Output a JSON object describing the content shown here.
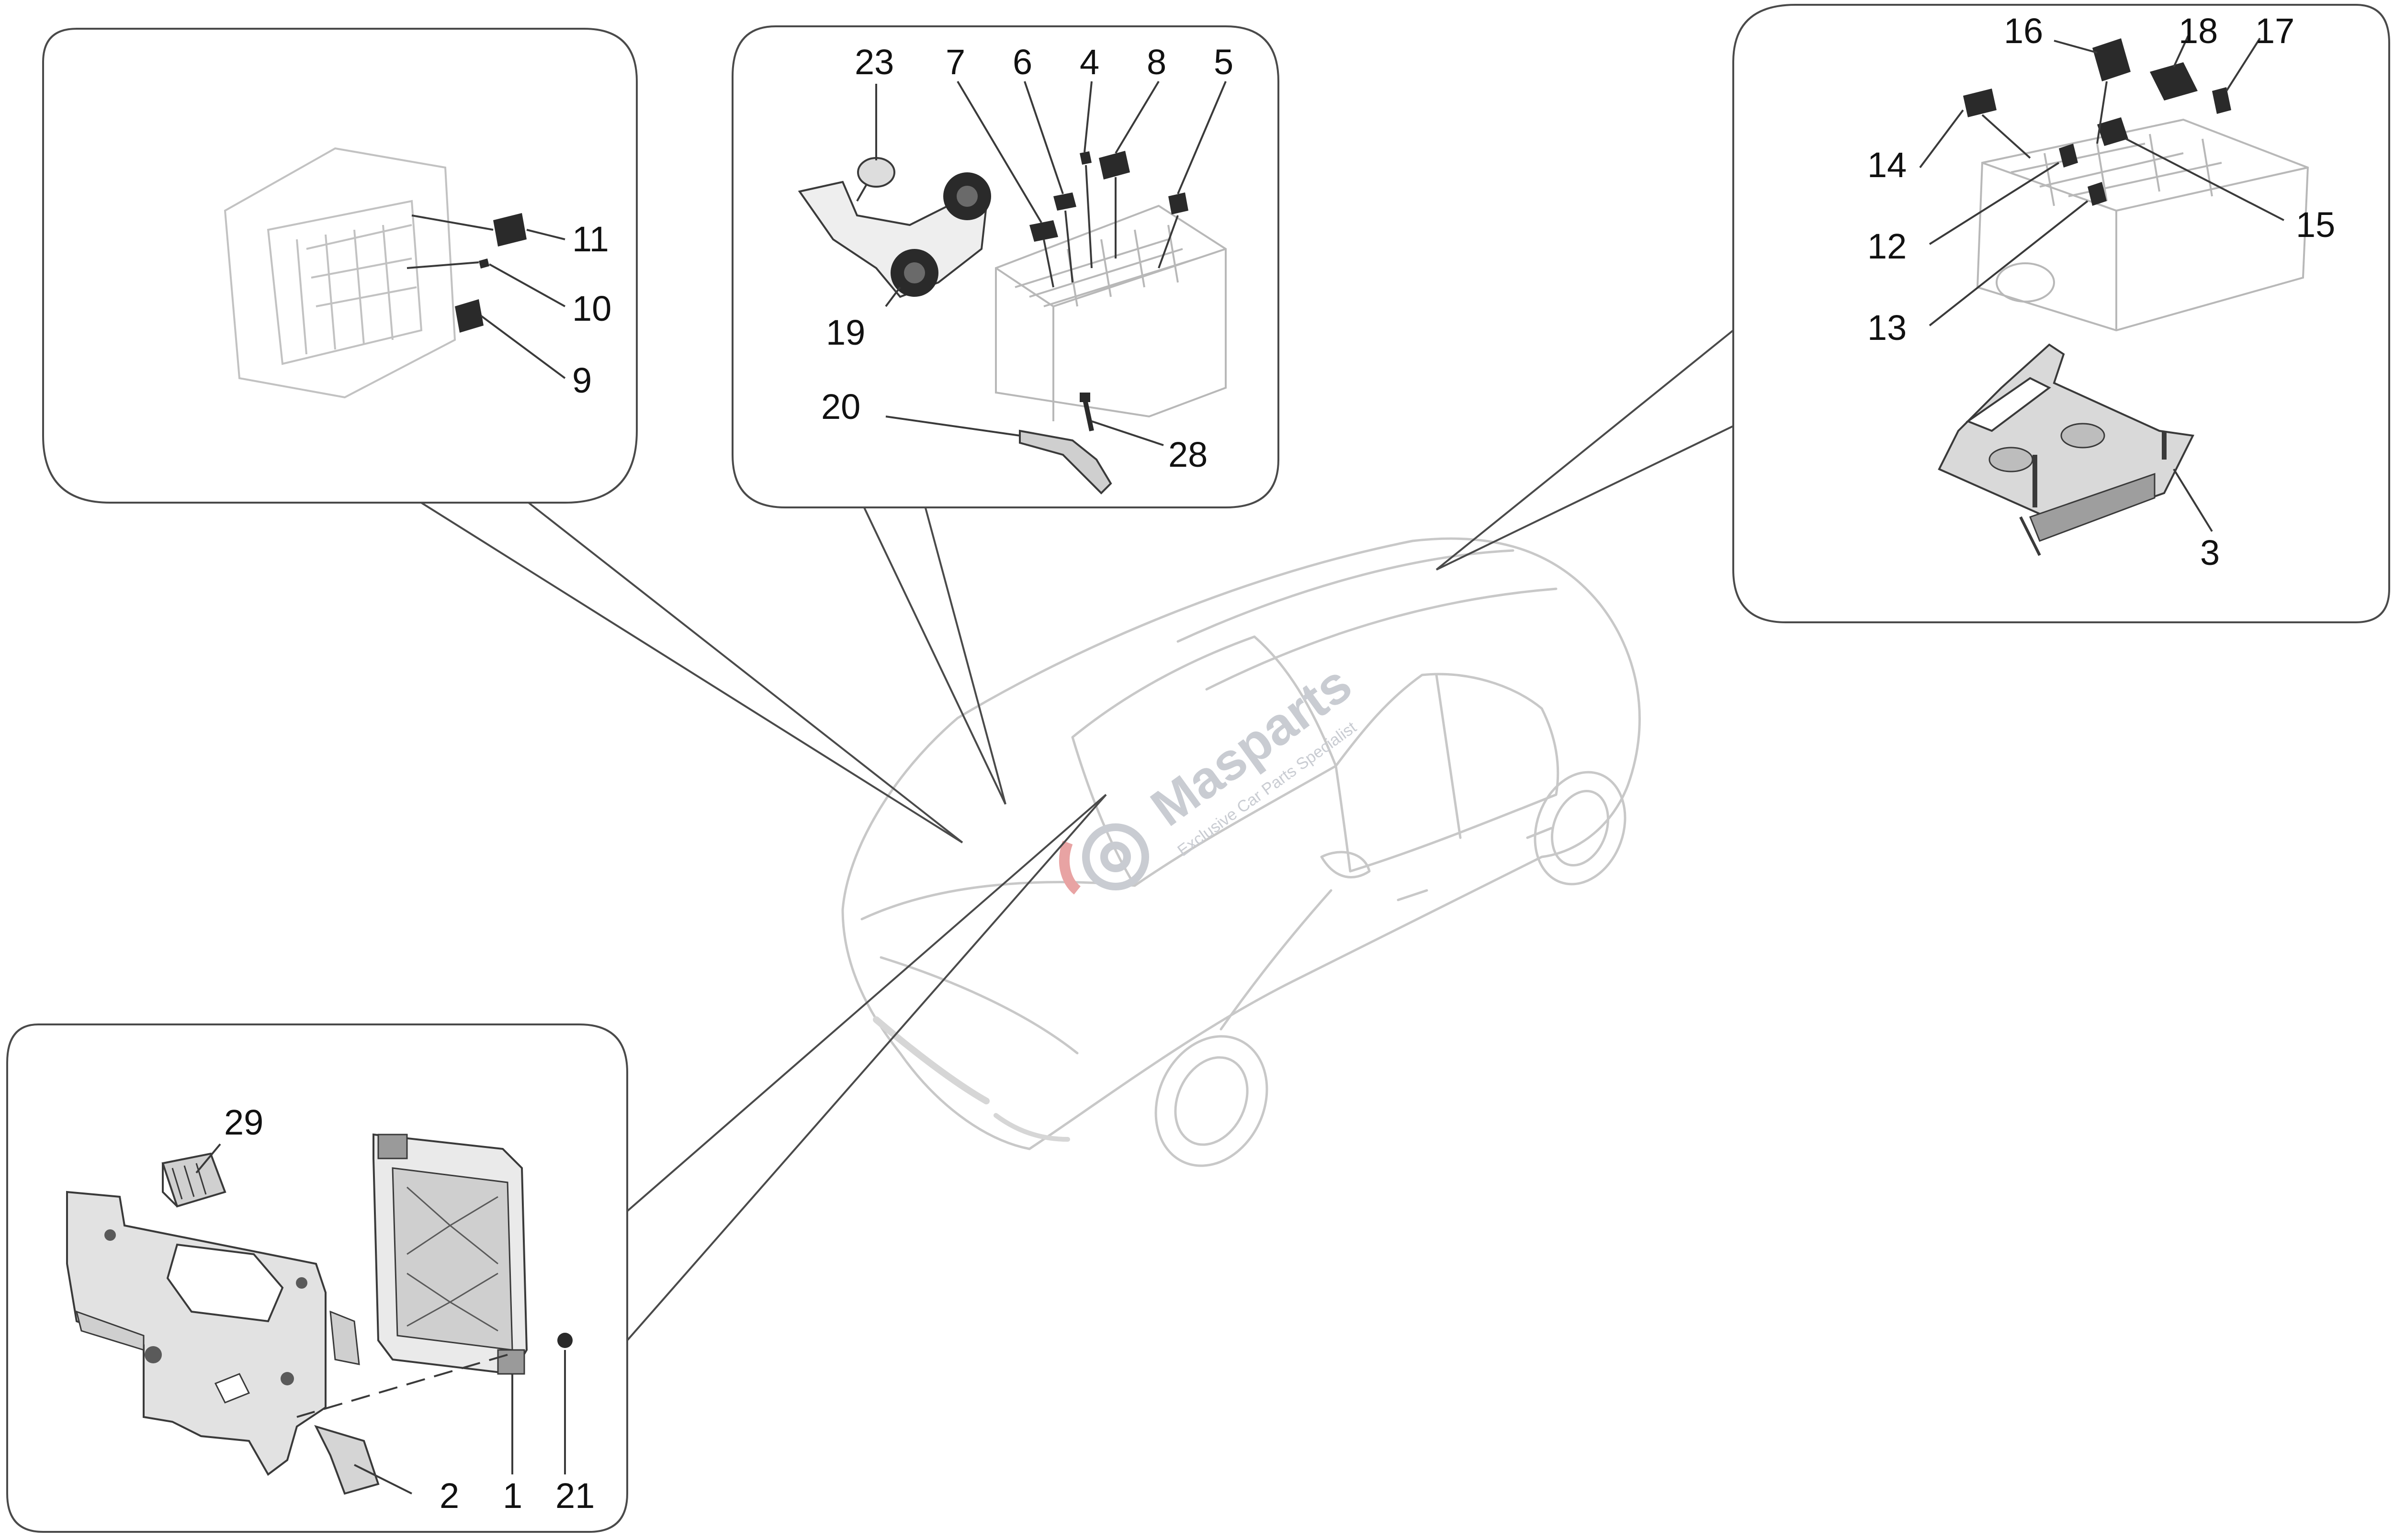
{
  "diagram": {
    "panels": {
      "fuse_box_small": {
        "callouts": [
          "11",
          "10",
          "9"
        ]
      },
      "engine_bay_box": {
        "callouts": [
          "23",
          "7",
          "6",
          "4",
          "8",
          "5",
          "19",
          "20",
          "28"
        ]
      },
      "rear_fuse_box": {
        "callouts": [
          "16",
          "18",
          "17",
          "14",
          "15",
          "12",
          "13",
          "3"
        ]
      },
      "control_unit_bracket": {
        "callouts": [
          "29",
          "2",
          "1",
          "21"
        ]
      }
    },
    "watermark": {
      "brand": "Masparts",
      "tagline": "Exclusive Car Parts Specialist"
    },
    "colors": {
      "line": "#3a3a3a",
      "part_fill": "#2a2a2a",
      "car_outline": "#c8c8c8",
      "watermark": "#c9ccd2",
      "watermark_accent": "#e8a3a3"
    }
  }
}
